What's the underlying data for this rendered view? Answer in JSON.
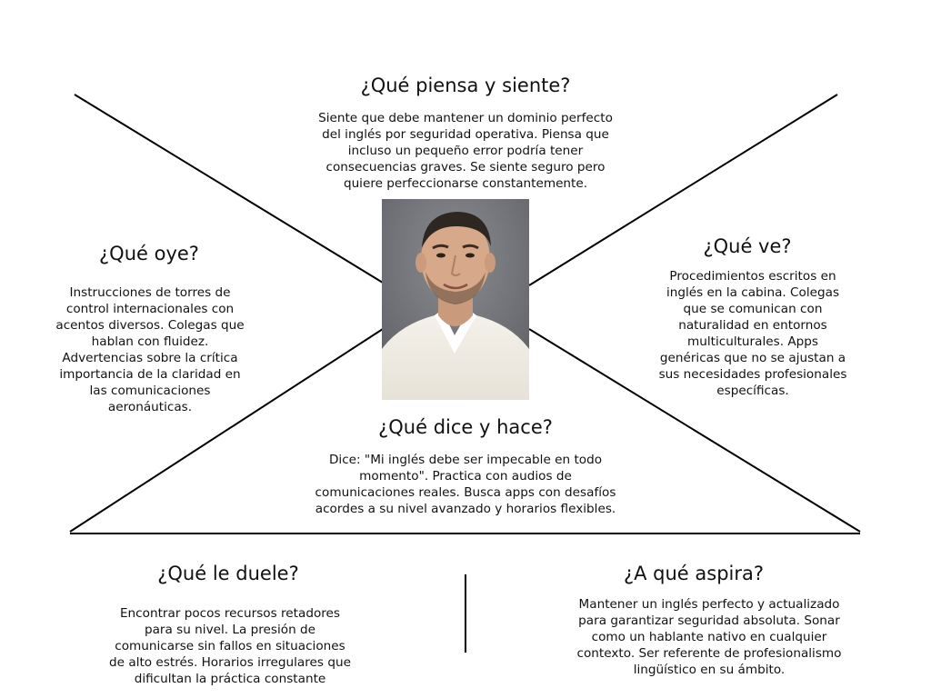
{
  "sections": {
    "thinks": {
      "title": "¿Qué piensa y siente?",
      "text": "Siente que debe mantener un dominio perfecto del inglés por seguridad operativa. Piensa que incluso un pequeño error podría tener consecuencias graves. Se siente seguro pero quiere perfeccionarse constantemente."
    },
    "hears": {
      "title": "¿Qué oye?",
      "text": "Instrucciones de torres de control internacionales con acentos diversos. Colegas que hablan con fluidez. Advertencias sobre la crítica importancia de la claridad en las comunicaciones aeronáuticas."
    },
    "sees": {
      "title": "¿Qué ve?",
      "text": "Procedimientos escritos en inglés en la cabina. Colegas que se comunican con naturalidad en entornos multiculturales. Apps genéricas que no se ajustan a sus necesidades profesionales específicas."
    },
    "says": {
      "title": "¿Qué dice y hace?",
      "text": "Dice: \"Mi inglés debe ser impecable en todo momento\". Practica con audios de comunicaciones reales. Busca apps con desafíos acordes a su nivel avanzado y horarios flexibles."
    },
    "pains": {
      "title": "¿Qué le duele?",
      "text": "Encontrar pocos recursos retadores para su nivel. La presión de comunicarse sin fallos en situaciones de alto estrés. Horarios irregulares que dificultan la práctica constante"
    },
    "gains": {
      "title": "¿A qué aspira?",
      "text": "Mantener un inglés perfecto y actualizado para garantizar seguridad absoluta. Sonar como un hablante nativo en cualquier contexto. Ser referente de profesionalismo lingüístico en su ámbito."
    }
  }
}
